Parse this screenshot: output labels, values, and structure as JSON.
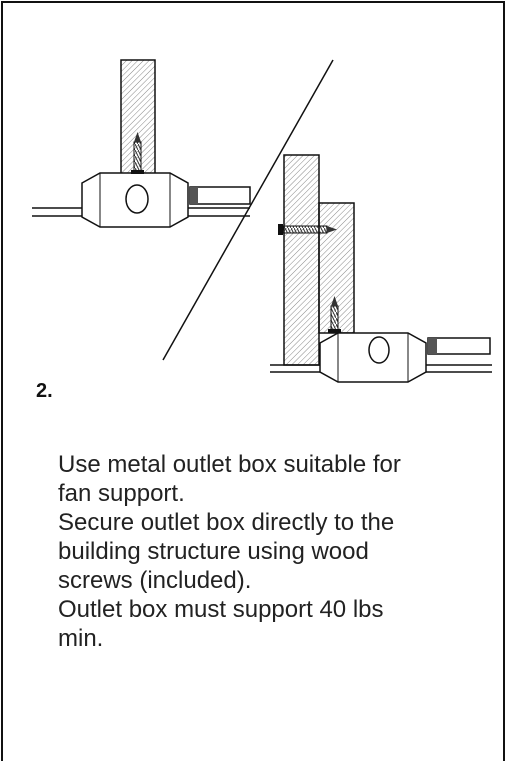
{
  "step": {
    "number": "2.",
    "lines": [
      "Use metal outlet box suitable for",
      "fan support.",
      "Secure outlet box directly to the",
      "building structure using wood",
      "screws (included).",
      "Outlet box must support 40 lbs",
      "min."
    ]
  }
}
